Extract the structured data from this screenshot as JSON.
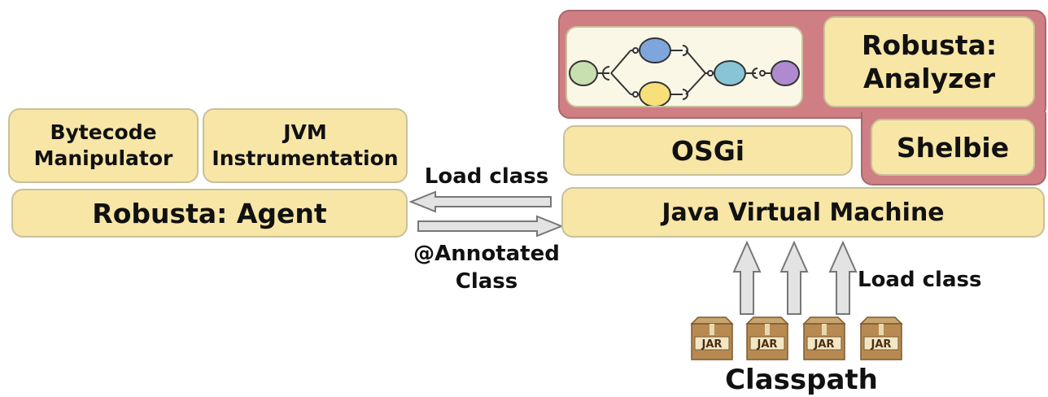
{
  "left": {
    "bytecode": "Bytecode\nManipulator",
    "jvm_instr": "JVM\nInstrumentation",
    "agent": "Robusta: Agent"
  },
  "middle": {
    "load_class": "Load class",
    "annotated": "@Annotated\nClass"
  },
  "right": {
    "analyzer": "Robusta:\nAnalyzer",
    "osgi": "OSGi",
    "shelbie": "Shelbie",
    "jvm": "Java Virtual Machine",
    "load_class": "Load class",
    "classpath": "Classpath"
  },
  "jars": [
    "JAR",
    "JAR",
    "JAR",
    "JAR"
  ],
  "colors": {
    "box_fill": "#f7e6a6",
    "box_border": "#c9c09a",
    "container_fill": "#cf7f84",
    "arrow_fill": "#e3e3e3",
    "arrow_stroke": "#777777"
  }
}
